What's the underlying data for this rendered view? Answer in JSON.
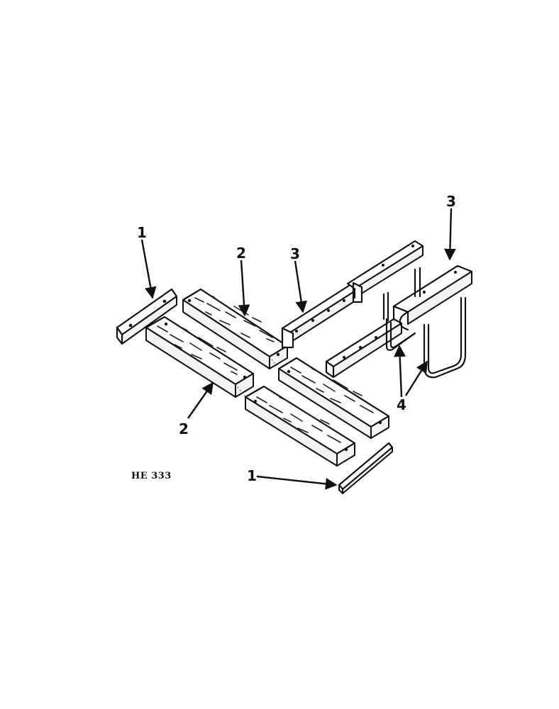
{
  "figure_id": "HE 333",
  "callouts": {
    "c1_left": "1",
    "c1_bottom": "1",
    "c2_top": "2",
    "c2_left": "2",
    "c3_middle": "3",
    "c3_right": "3",
    "c4": "4"
  },
  "colors": {
    "ink": "#111111",
    "background": "#ffffff"
  }
}
